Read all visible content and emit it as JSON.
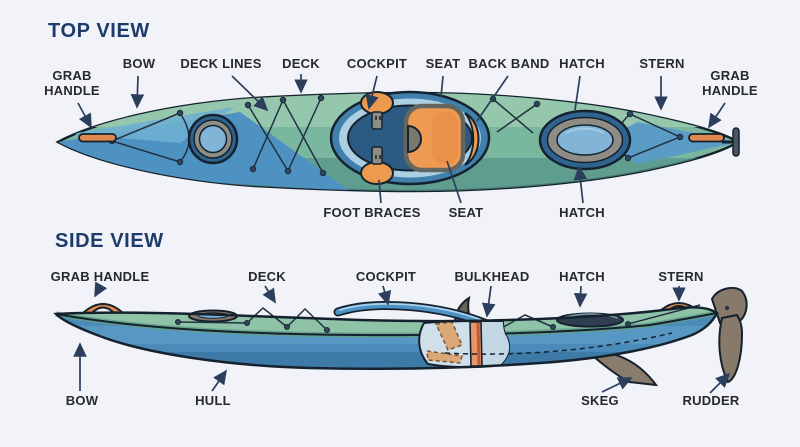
{
  "titles": {
    "top": "TOP VIEW",
    "side": "SIDE VIEW"
  },
  "top_view": {
    "labels_above": [
      "GRAB HANDLE",
      "BOW",
      "DECK LINES",
      "DECK",
      "COCKPIT",
      "SEAT",
      "BACK BAND",
      "HATCH",
      "STERN",
      "GRAB HANDLE"
    ],
    "labels_below": [
      "FOOT BRACES",
      "SEAT",
      "HATCH"
    ]
  },
  "side_view": {
    "labels_above": [
      "GRAB HANDLE",
      "DECK",
      "COCKPIT",
      "BULKHEAD",
      "HATCH",
      "STERN"
    ],
    "labels_below": [
      "BOW",
      "HULL",
      "SKEG",
      "RUDDER"
    ]
  },
  "colors": {
    "background": "#f1f3f8",
    "title_text": "#1d3c6b",
    "label_text": "#26292e",
    "leader_line": "#2b3f5c",
    "outline": "#15222e",
    "deck_green_light": "#94c7ac",
    "deck_green": "#7ab79f",
    "deck_green_dark": "#579488",
    "hull_blue": "#4a8bba",
    "hull_blue_light": "#6fb0d2",
    "hull_blue_dark": "#3b76a3",
    "accent_orange": "#ee9a52",
    "hatch_ring_grey": "#8d8d85",
    "hatch_glass_blue": "#82b4d8",
    "cockpit_rim_light": "#abd0e4",
    "cockpit_inner": "#2b5b82",
    "rudder_grey": "#877a6b",
    "cutaway_fill": "#cfe0ea",
    "bulkhead_orange": "#e8956a",
    "seat_tan": "#d9a876"
  }
}
